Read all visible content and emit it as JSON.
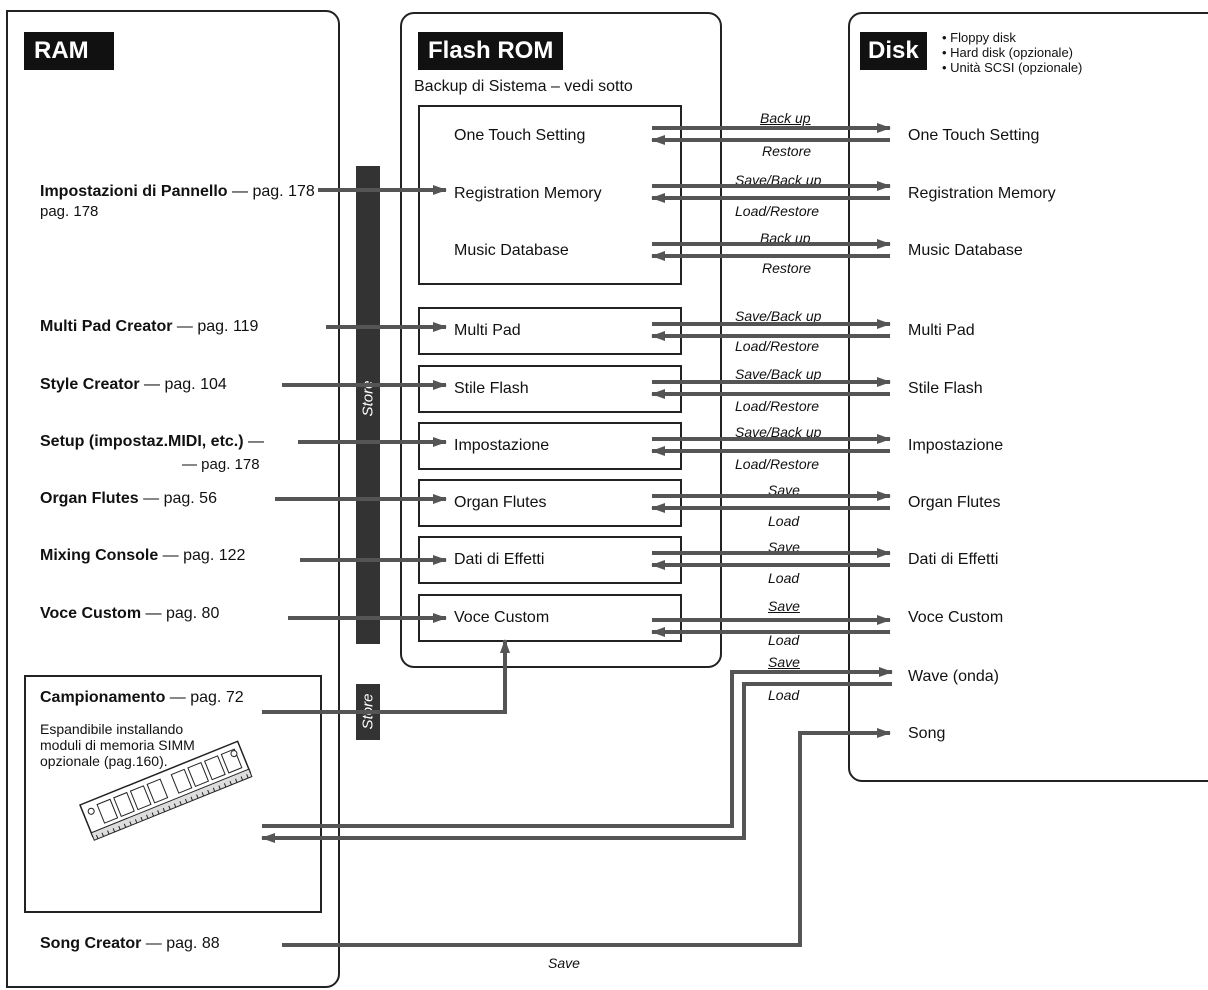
{
  "ram": {
    "title": "RAM",
    "items": [
      {
        "name": "Impostazioni di Pannello",
        "page": " — pag. 178",
        "note": ""
      },
      {
        "name": "Multi Pad Creator",
        "page": " — pag. 119",
        "note": ""
      },
      {
        "name": "Style Creator",
        "page": " — pag. 104",
        "note": ""
      },
      {
        "name": "Setup (impostaz.MIDI, etc.)",
        "page": " —",
        "note": "— pag. 178"
      },
      {
        "name": "Organ Flutes",
        "page": " — pag. 56",
        "note": ""
      },
      {
        "name": "Mixing Console",
        "page": " — pag. 122",
        "note": ""
      },
      {
        "name": "Voce Custom",
        "page": " — pag. 80",
        "note": ""
      }
    ],
    "sampling": {
      "name": "Campionamento",
      "page": " — pag. 72",
      "note_lines": [
        "Espandibile installando",
        "moduli di memoria SIMM",
        "opzionale (pag.160)."
      ]
    },
    "song_creator": {
      "name": "Song Creator",
      "page": " — pag. 88"
    }
  },
  "flash": {
    "title": "Flash ROM",
    "backup_note": "Backup di Sistema – vedi sotto",
    "group_items": [
      "One Touch Setting",
      "Registration Memory",
      "Music Database"
    ],
    "items": [
      "Multi Pad",
      "Stile Flash",
      "Impostazione",
      "Organ Flutes",
      "Dati di Effetti",
      "Voce Custom"
    ],
    "store_label": "Store",
    "store_label_2": "Store"
  },
  "disk": {
    "title": "Disk",
    "types": [
      "• Floppy disk",
      "• Hard disk (opzionale)",
      "• Unità SCSI (opzionale)"
    ],
    "items": [
      "One Touch Setting",
      "Registration Memory",
      "Music Database",
      "Multi Pad",
      "Stile Flash",
      "Impostazione",
      "Organ Flutes",
      "Dati di Effetti",
      "Voce Custom",
      "Wave (onda)",
      "Song"
    ]
  },
  "transfers": [
    {
      "top": "Back up",
      "bottom": "Restore"
    },
    {
      "top": "Save/Back up",
      "bottom": "Load/Restore"
    },
    {
      "top": "Back up",
      "bottom": "Restore"
    },
    {
      "top": "Save/Back up",
      "bottom": "Load/Restore"
    },
    {
      "top": "Save/Back up",
      "bottom": "Load/Restore"
    },
    {
      "top": "Save/Back up",
      "bottom": "Load/Restore"
    },
    {
      "top": "Save",
      "bottom": "Load"
    },
    {
      "top": "Save",
      "bottom": "Load"
    },
    {
      "top": "Save",
      "bottom": "Load"
    },
    {
      "top": "Save",
      "bottom": "Load"
    }
  ],
  "song_save_label": "Save",
  "colors": {
    "arrow": "#555555",
    "store_bar": "#333333",
    "header_bg": "#111111"
  }
}
